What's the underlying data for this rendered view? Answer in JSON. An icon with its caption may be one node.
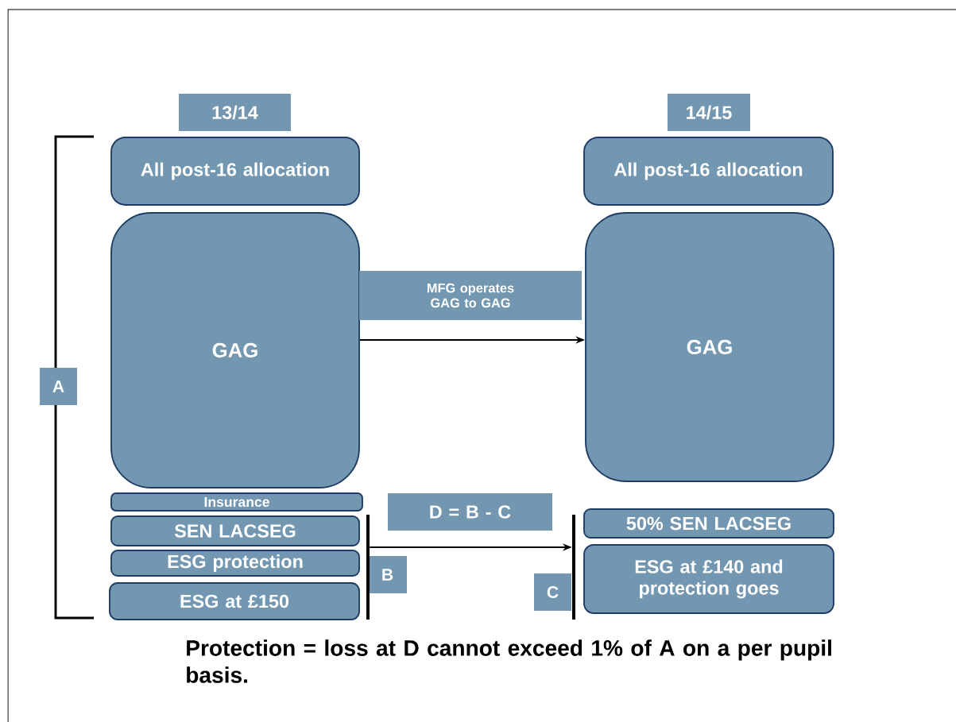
{
  "diagram": {
    "caption": "Protection = loss at D cannot exceed 1% of A on a per pupil basis.",
    "nodes": [
      {
        "text": [
          "13/14"
        ]
      },
      {
        "text": [
          "All post-16 allocation"
        ]
      },
      {
        "text": [
          "GAG"
        ]
      },
      {
        "text": [
          "Insurance"
        ]
      },
      {
        "text": [
          "SEN LACSEG"
        ]
      },
      {
        "text": [
          "ESG protection"
        ]
      },
      {
        "text": [
          "ESG at £150"
        ]
      },
      {
        "text": [
          "14/15"
        ]
      },
      {
        "text": [
          "All post-16 allocation"
        ]
      },
      {
        "text": [
          "GAG"
        ]
      },
      {
        "text": [
          "50%  SEN LACSEG"
        ]
      },
      {
        "text": [
          "ESG at £140 and protection goes"
        ]
      },
      {
        "text": [
          "A"
        ]
      },
      {
        "text": [
          "B"
        ]
      },
      {
        "text": [
          "C"
        ]
      },
      {
        "text": [],
        "shape": "bar"
      },
      {
        "text": [],
        "shape": "bar"
      }
    ],
    "edges": [
      {
        "from": 2,
        "to": 9,
        "arrow": "to",
        "label": "MFG operates GAG to GAG"
      },
      {
        "from": 15,
        "to": 16,
        "arrow": "to",
        "label": "D = B - C"
      }
    ]
  }
}
